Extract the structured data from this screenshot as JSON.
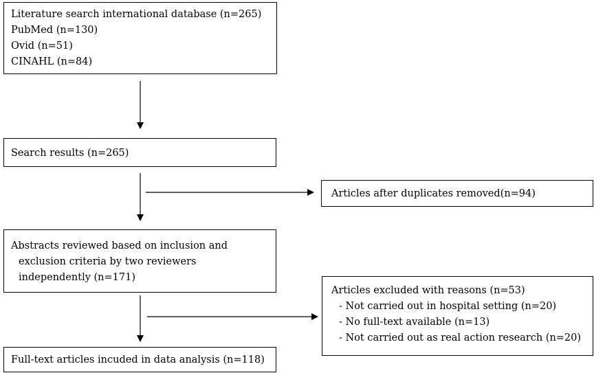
{
  "search_box": {
    "lines": [
      "Literature search international database (n=265)",
      "PubMed (n=130)",
      "Ovid (n=51)",
      "CINAHL (n=84)"
    ]
  },
  "results_box": {
    "text": "Search results (n=265)"
  },
  "duplicates_box": {
    "text": "Articles after duplicates removed(n=94)"
  },
  "abstracts_box": {
    "lines": [
      "Abstracts reviewed based on inclusion and",
      "exclusion criteria by two reviewers",
      "independently (n=171)"
    ]
  },
  "excluded_box": {
    "title": "Articles excluded with reasons (n=53)",
    "reasons": [
      "- Not carried out in hospital setting (n=20)",
      "- No full-text available (n=13)",
      "- Not carried out as real action research (n=20)"
    ]
  },
  "fulltext_box": {
    "text": "Full-text articles incuded in data analysis (n=118)"
  }
}
